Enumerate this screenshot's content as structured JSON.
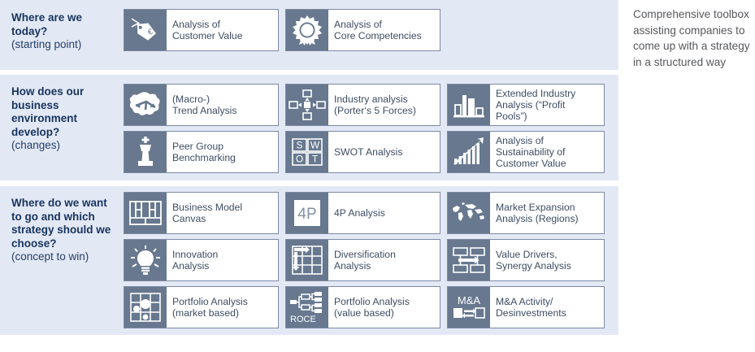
{
  "caption": "Comprehensive toolbox assisting companies to come up with a strategy in a structured way",
  "colors": {
    "band_background": "#e3e8f5",
    "icon_background": "#67788f",
    "tile_border": "#7b8aa3",
    "tile_background": "#ffffff",
    "label_heading": "#17345e",
    "tile_text": "#3d4d63",
    "caption_text": "#56585c"
  },
  "bands": [
    {
      "heading": "Where are we today?",
      "subheading": "(starting point)",
      "tiles": [
        {
          "icon": "price-tag-euro-icon",
          "line1": "Analysis of",
          "line2": "Customer Value",
          "line3": ""
        },
        {
          "icon": "award-rosette-icon",
          "line1": "Analysis of",
          "line2": "Core Competencies",
          "line3": ""
        }
      ]
    },
    {
      "heading": "How does our business environment develop?",
      "subheading": "(changes)",
      "tiles": [
        {
          "icon": "trend-arrows-cloud-icon",
          "line1": "(Macro-)",
          "line2": "Trend Analysis",
          "line3": ""
        },
        {
          "icon": "five-forces-diagram-icon",
          "line1": "Industry analysis",
          "line2": "(Porter‘s 5 Forces)",
          "line3": ""
        },
        {
          "icon": "bar-chart-icon",
          "line1": "Extended Industry",
          "line2": "Analysis (“Profit",
          "line3": "Pools”)"
        },
        {
          "icon": "swot-grid-icon",
          "line1": "Peer Group",
          "line2": "Benchmarking",
          "line3": ""
        },
        {
          "icon": "chess-king-icon",
          "line1": "SWOT Analysis",
          "line2": "",
          "line3": ""
        },
        {
          "icon": "growth-arrow-chart-icon",
          "line1": "Analysis of",
          "line2": "Sustainability of",
          "line3": "Customer Value"
        }
      ]
    },
    {
      "heading": "Where do we want to go and which strategy should we choose?",
      "subheading": "(concept to win)",
      "tiles": [
        {
          "icon": "canvas-grid-icon",
          "line1": "Business Model",
          "line2": "Canvas",
          "line3": ""
        },
        {
          "icon": "four-p-icon",
          "line1": "4P Analysis",
          "line2": "",
          "line3": ""
        },
        {
          "icon": "world-map-icon",
          "line1": "Market Expansion",
          "line2": "Analysis (Regions)",
          "line3": ""
        },
        {
          "icon": "lightbulb-icon",
          "line1": "Innovation",
          "line2": "Analysis",
          "line3": ""
        },
        {
          "icon": "diversification-matrix-icon",
          "line1": "Diversification",
          "line2": "Analysis",
          "line3": ""
        },
        {
          "icon": "value-driver-tree-icon",
          "line1": "Value Drivers,",
          "line2": "Synergy Analysis",
          "line3": ""
        },
        {
          "icon": "bcg-matrix-icon",
          "line1": "Portfolio Analysis",
          "line2": "(market based)",
          "line3": ""
        },
        {
          "icon": "roce-tree-icon",
          "line1": "Portfolio Analysis",
          "line2": "(value based)",
          "line3": ""
        },
        {
          "icon": "ma-exchange-icon",
          "line1": "M&A Activity/",
          "line2": "Desinvestments",
          "line3": ""
        }
      ]
    }
  ],
  "icon_text": {
    "four_p": "4P",
    "roce": "ROCE",
    "ma": "M&A",
    "swot_s": "S",
    "swot_w": "W",
    "swot_o": "O",
    "swot_t": "T"
  }
}
